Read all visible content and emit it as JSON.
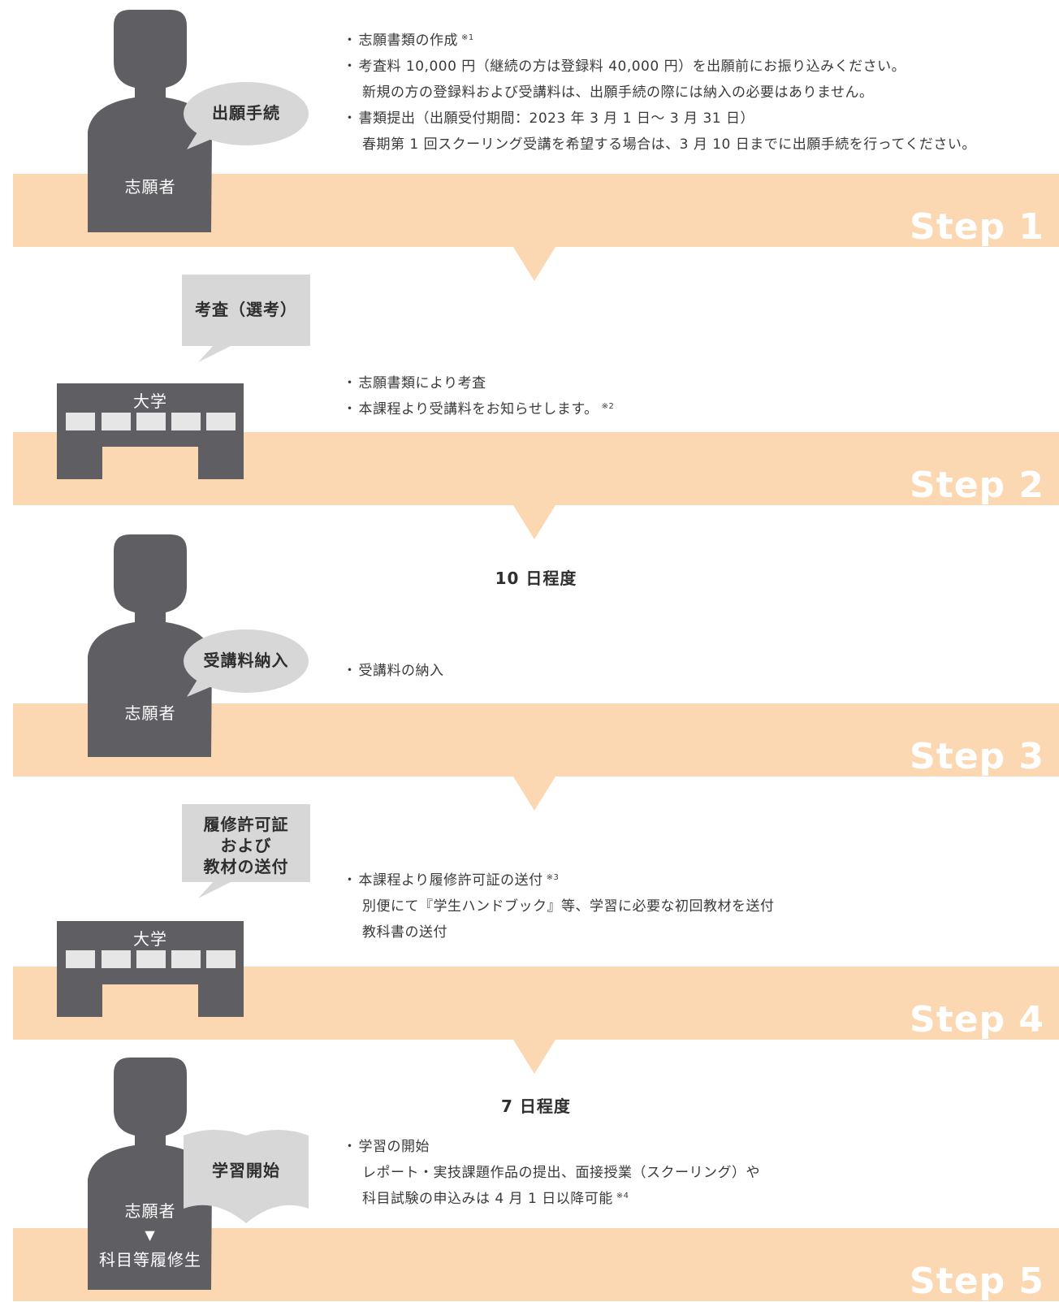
{
  "steps": [
    {
      "label": "Step 1",
      "actor": "志願者",
      "bubble": "出願手続",
      "lines": [
        {
          "text": "志願書類の作成",
          "note": "※1"
        },
        {
          "text": "考査料 10,000 円（継続の方は登録料 40,000 円）を出願前にお振り込みください。"
        },
        {
          "text": "新規の方の登録料および受講料は、出願手続の際には納入の必要はありません。"
        },
        {
          "text": "書類提出（出願受付期間：2023 年 3 月 1 日～ 3 月 31 日）"
        },
        {
          "text": "春期第 1 回スクーリング受講を希望する場合は、3 月 10 日までに出願手続を行ってください。"
        }
      ]
    },
    {
      "label": "Step 2",
      "actor": "大学",
      "bubble": "考査（選考）",
      "lines": [
        {
          "text": "志願書類により考査"
        },
        {
          "text": "本課程より受講料をお知らせします。",
          "note": "※2"
        }
      ]
    },
    {
      "label": "Step 3",
      "actor": "志願者",
      "bubble": "受講料納入",
      "duration": "10 日程度",
      "lines": [
        {
          "text": "受講料の納入"
        }
      ]
    },
    {
      "label": "Step 4",
      "actor": "大学",
      "bubble": [
        "履修許可証",
        "および",
        "教材の送付"
      ],
      "lines": [
        {
          "text": "本課程より履修許可証の送付",
          "note": "※3"
        },
        {
          "text": "別便にて『学生ハンドブック』等、学習に必要な初回教材を送付"
        },
        {
          "text": "教科書の送付"
        }
      ]
    },
    {
      "label": "Step 5",
      "actor": [
        "志願者",
        "▼",
        "科目等履修生"
      ],
      "bubble": "学習開始",
      "duration": "7 日程度",
      "lines": [
        {
          "text": "学習の開始"
        },
        {
          "text": "レポート・実技課題作品の提出、面接授業（スクーリング）や"
        },
        {
          "text": "科目試験の申込みは 4 月 1 日以降可能",
          "note": "※4"
        }
      ]
    }
  ],
  "colors": {
    "band": "#fbd8b1",
    "figure": "#5f5f63",
    "bubble": "#d7d7d7",
    "step_label": "#ffffff"
  },
  "icons": [
    "person-silhouette-icon",
    "university-building-icon",
    "speech-bubble-icon",
    "open-book-icon",
    "down-arrow-icon"
  ]
}
